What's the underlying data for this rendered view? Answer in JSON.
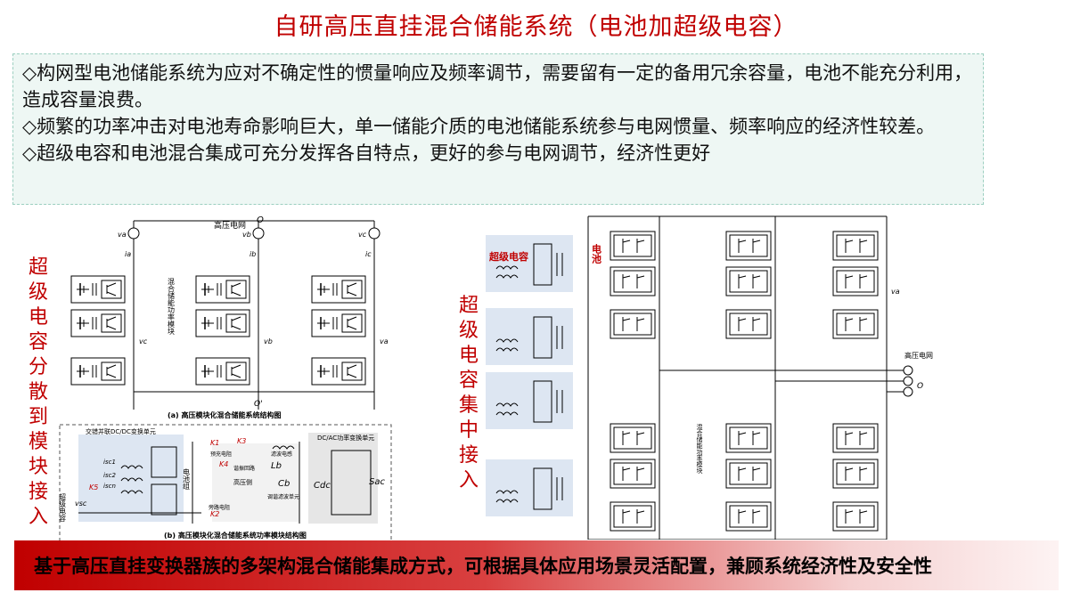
{
  "title": "自研高压直挂混合储能系统（电池加超级电容）",
  "bullets": [
    "◇构网型电池储能系统为应对不确定性的惯量响应及频率调节，需要留有一定的备用冗余容量，电池不能充分利用，造成容量浪费。",
    "◇频繁的功率冲击对电池寿命影响巨大，单一储能介质的电池储能系统参与电网惯量、频率响应的经济性较差。",
    "◇超级电容和电池混合集成可充分发挥各自特点，更好的参与电网调节，经济性更好"
  ],
  "left_label": "超级电容分散到模块接入",
  "right_label": "超级电容集中接入",
  "footer": "基于高压直挂变换器族的多架构混合储能集成方式，可根据具体应用场景灵活配置，兼顾系统经济性及安全性",
  "diagram_a": {
    "grid_label": "高压电网",
    "node_o": "O",
    "node_o_prime": "O'",
    "module_label": "混合储能功率模块",
    "phase_voltages": [
      "va",
      "vb",
      "vc"
    ],
    "phase_currents": [
      "ia",
      "ib",
      "ic"
    ],
    "phase_out": [
      "vc",
      "vb",
      "va"
    ],
    "caption": "(a) 高压模块化混合储能系统结构图"
  },
  "diagram_b": {
    "sc_label": "超级电容",
    "dcdc_label": "交错并联DC/DC变换单元",
    "battery_label": "电池组",
    "switch_labels": [
      "K1",
      "K2",
      "K3",
      "K4",
      "K5"
    ],
    "precharge_label": "预充电阻",
    "bypass_label": "旁路电阻",
    "resonant_label": "谐振回路",
    "hv_side": "高压侧",
    "filter_label": "滤波电感",
    "lb": "Lb",
    "cb": "Cb",
    "cdc": "Cdc",
    "dcac_label": "DC/AC功率变换单元",
    "sac": "Sac",
    "unit_label": "调谐滤波单元",
    "currents": [
      "isc1",
      "isc2",
      "iscn"
    ],
    "vsc": "vsc",
    "caption": "(b) 高压模块化混合储能系统功率模块结构图"
  },
  "diagram_c": {
    "sc_label": "超级电容",
    "battery_label": "电池",
    "grid_label": "高压电网",
    "module_label": "混合储能功率模块",
    "va": "va",
    "o": "O"
  }
}
